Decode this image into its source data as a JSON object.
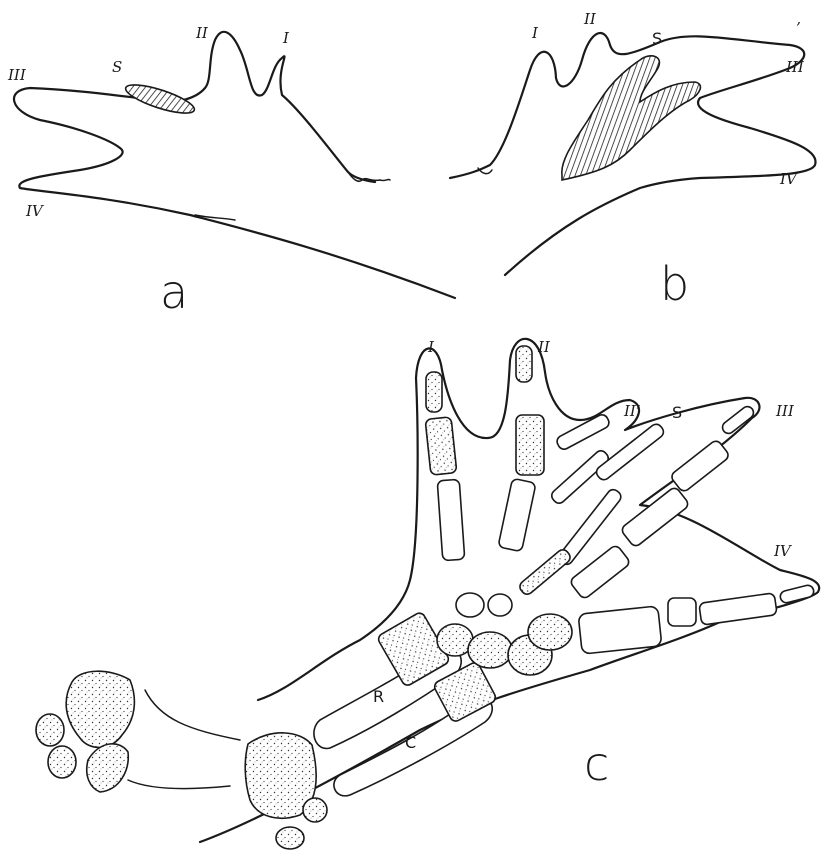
{
  "figure": {
    "panels": {
      "a": {
        "letter": "a",
        "digit_labels": [
          "III",
          "S",
          "II",
          "I",
          "IV"
        ]
      },
      "b": {
        "letter": "b",
        "digit_labels": [
          "I",
          "II",
          "S",
          "’",
          "III",
          "IV"
        ]
      },
      "c": {
        "letter": "c",
        "digit_labels": [
          "I",
          "II",
          "II’",
          "S",
          "III",
          "IV"
        ],
        "bone_labels": [
          "R",
          "C"
        ]
      }
    },
    "colors": {
      "ink": "#1a1a1a",
      "paper": "#ffffff"
    }
  }
}
